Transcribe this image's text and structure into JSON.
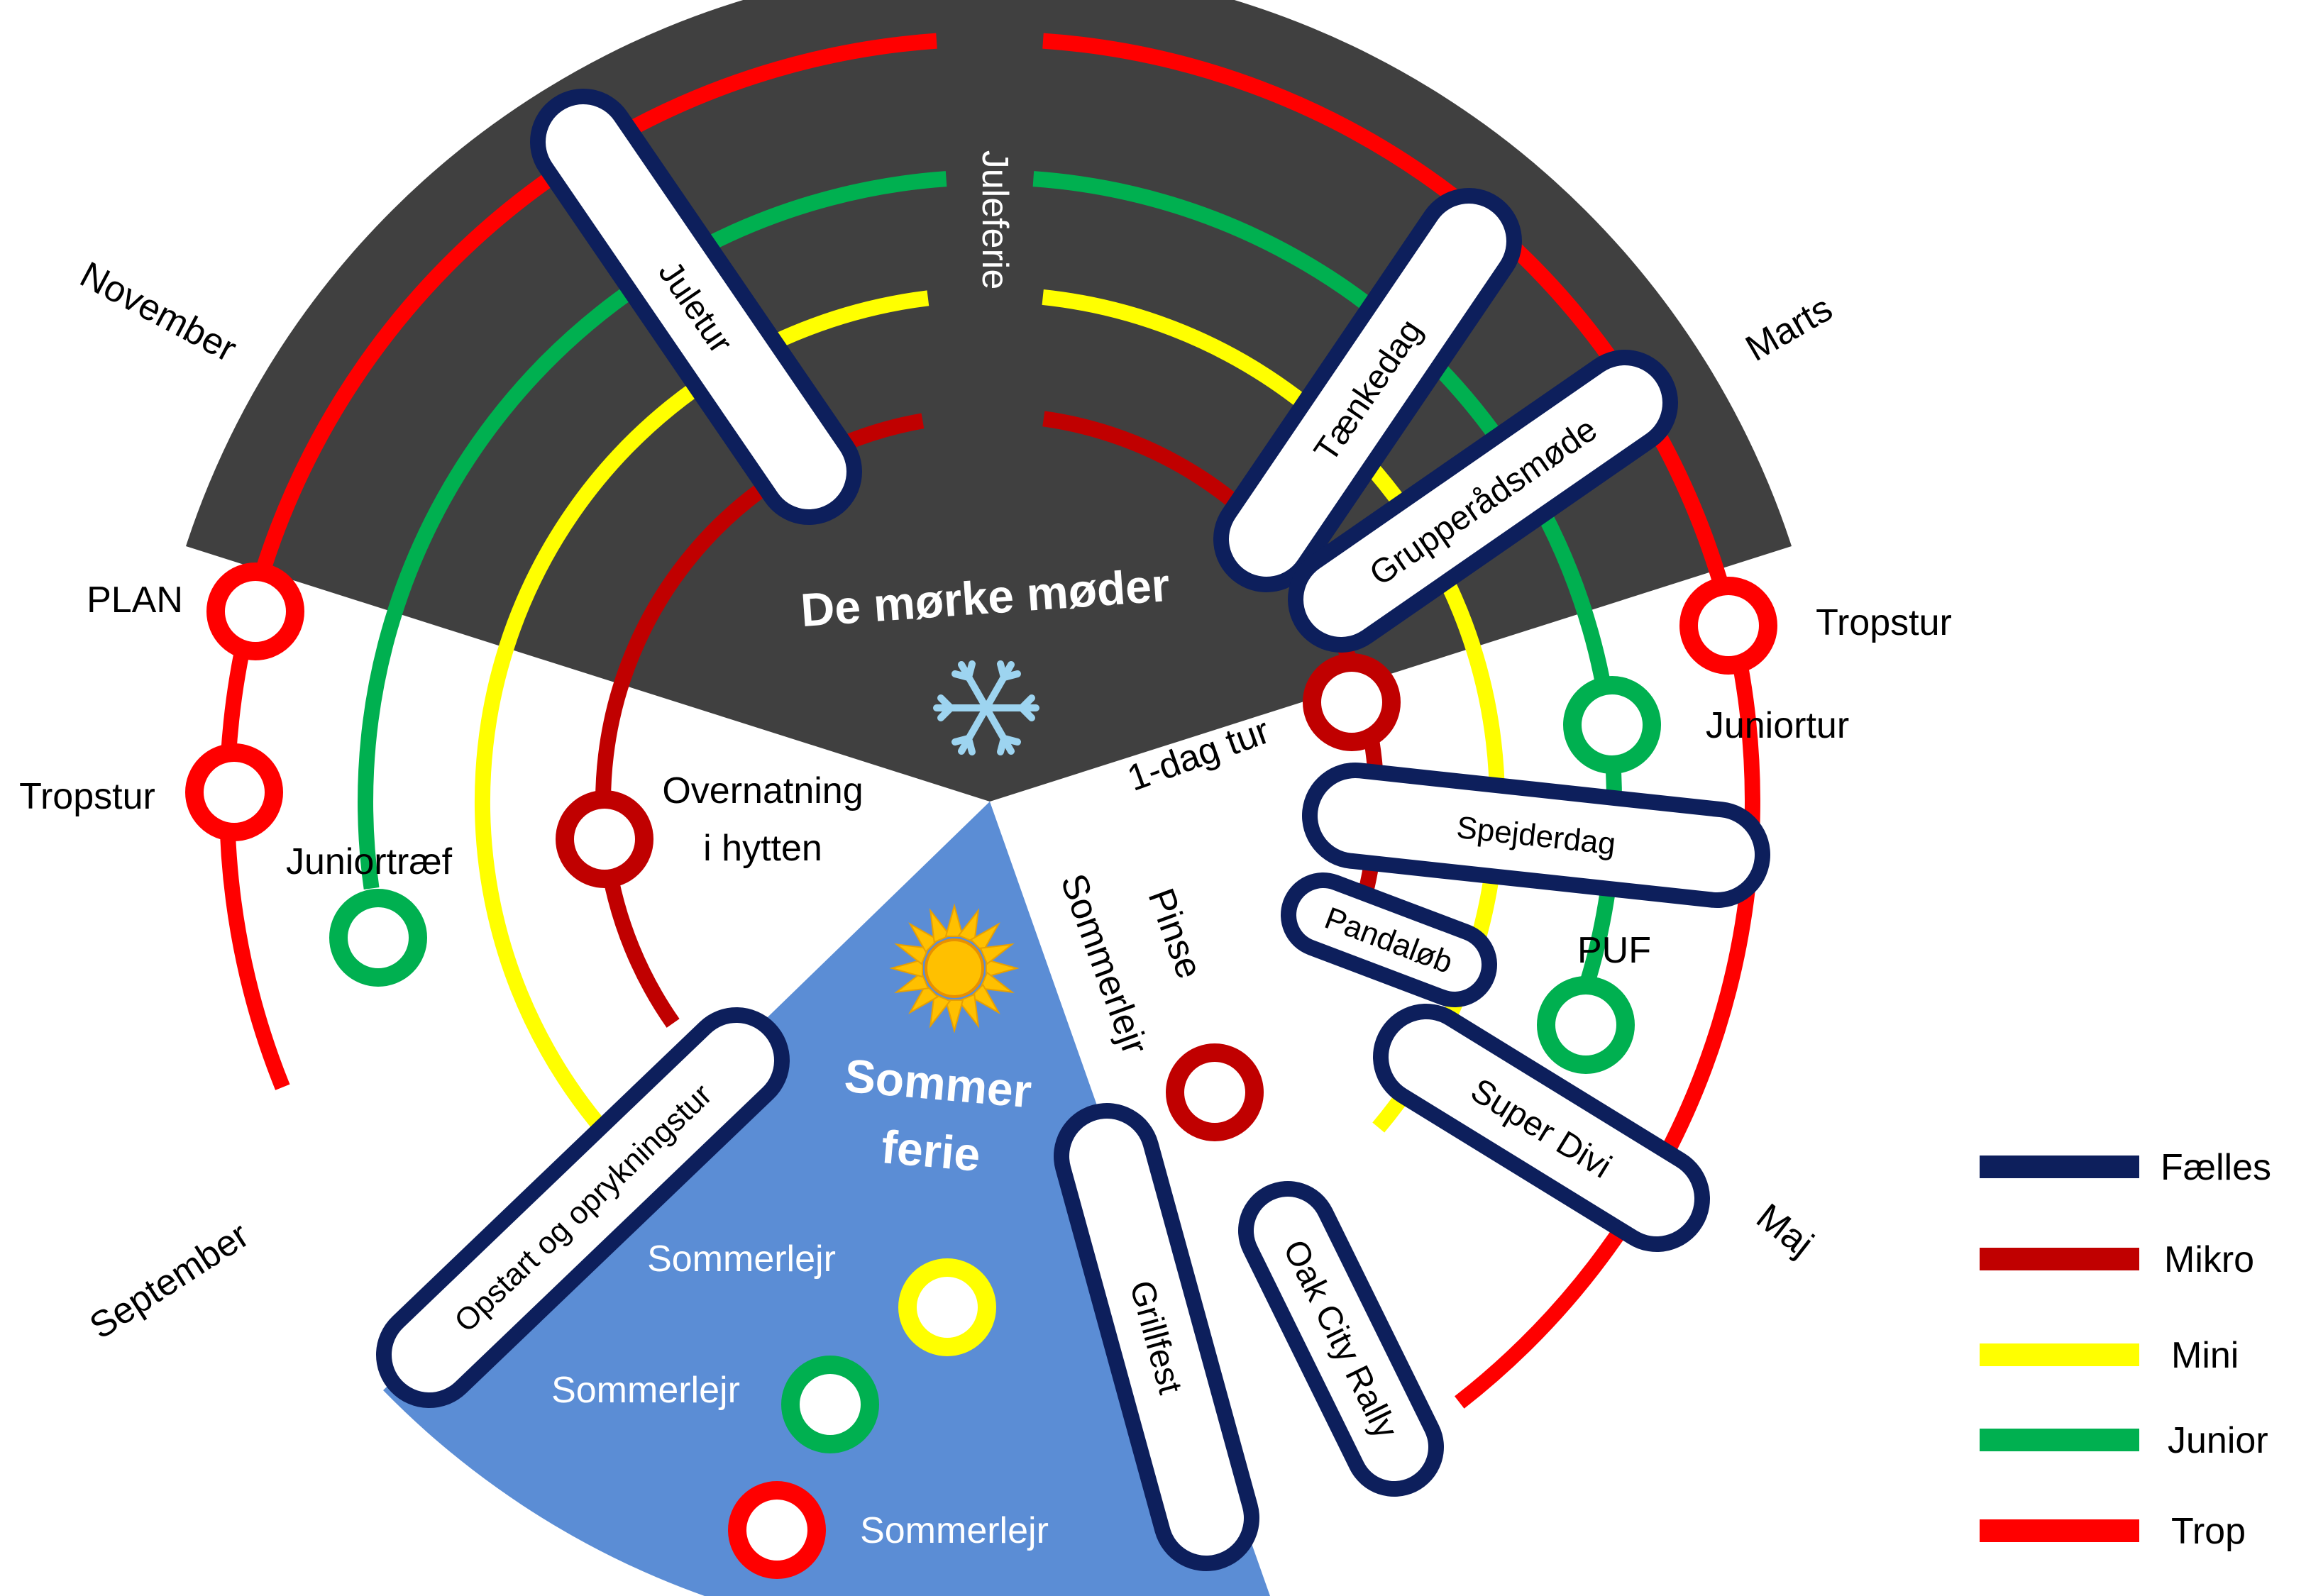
{
  "colors": {
    "dark_sector": "#404040",
    "summer_sector": "#5B8DD5",
    "faelles": "#0D1F5C",
    "mikro": "#C00000",
    "mini": "#FFFF00",
    "junior": "#00B050",
    "trop": "#FF0000",
    "snowflake": "#9DD4F0",
    "sun": "#FFC000"
  },
  "sectors": {
    "dark_title": "De mørke møder",
    "dark_icon": "snowflake-icon",
    "summer_title_line1": "Sommer",
    "summer_title_line2": "ferie",
    "summer_icon": "sun-icon"
  },
  "months": {
    "november": "November",
    "marts": "Marts",
    "maj": "Maj",
    "september": "September"
  },
  "tracks": {
    "juleferie": "Juleferie",
    "pinse": "Pinse",
    "pinse_sommerlejr": "Sommerlejr"
  },
  "stations": {
    "plan": "PLAN",
    "tropstur_left": "Tropstur",
    "tropstur_right": "Tropstur",
    "juniortur": "Juniortur",
    "juniortraef": "Juniortræf",
    "overnatning_line1": "Overnatning",
    "overnatning_line2": "i hytten",
    "one_day_tour": "1-dag tur",
    "puf": "PUF",
    "sommerlejr_mini": "Sommerlejr",
    "sommerlejr_junior": "Sommerlejr",
    "sommerlejr_trop": "Sommerlejr"
  },
  "joint_events": {
    "juletur": "Juletur",
    "taenkedag": "Tænkedag",
    "grupperaadsmoede": "Grupperådsmøde",
    "spejderdag": "Spejderdag",
    "pandaloeb": "Pandaløb",
    "super_divi": "Super Divi",
    "oak_city_rally": "Oak City Rally",
    "grillfest": "Grillfest",
    "opstart": "Opstart og oprykningstur"
  },
  "legend": {
    "faelles": "Fælles",
    "mikro": "Mikro",
    "mini": "Mini",
    "junior": "Junior",
    "trop": "Trop"
  }
}
